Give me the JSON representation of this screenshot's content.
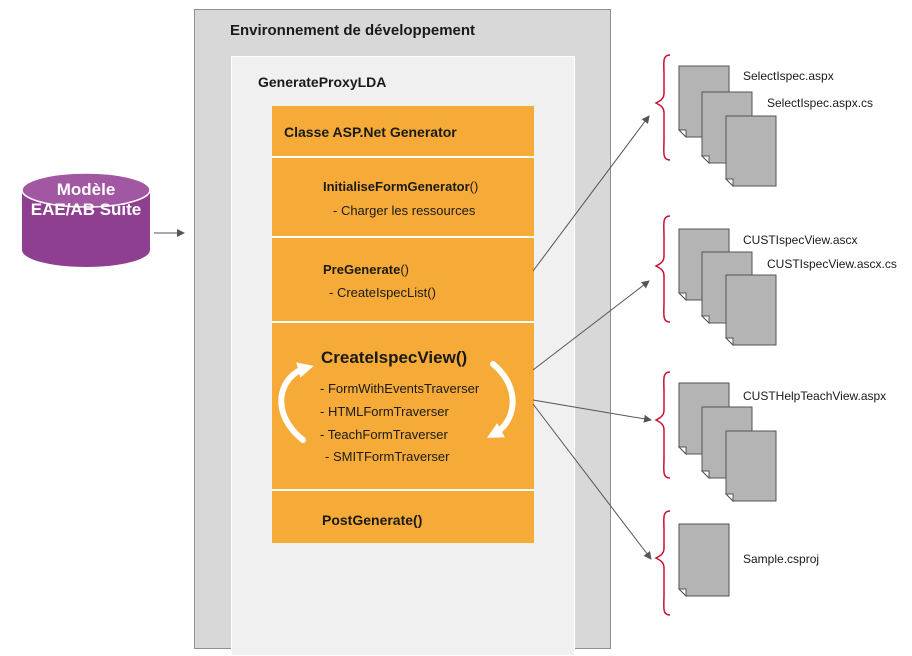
{
  "source_db": {
    "line1": "Modèle",
    "line2": "EAE/AB Suite"
  },
  "environment": {
    "title": "Environnement de développement"
  },
  "proxy": {
    "title": "GenerateProxyLDA"
  },
  "generator": {
    "header": "Classe ASP.Net Generator",
    "init": {
      "method": "InitialiseFormGenerator",
      "suffix": "()",
      "detail": "- Charger les ressources"
    },
    "pre": {
      "method": "PreGenerate",
      "suffix": "()",
      "detail": "- CreateIspecList()"
    },
    "create": {
      "title": "CreateIspecView()",
      "items": [
        "- FormWithEventsTraverser",
        "- HTMLFormTraverser",
        "- TeachFormTraverser",
        "- SMITFormTraverser"
      ]
    },
    "post": {
      "label": "PostGenerate()"
    }
  },
  "outputs": [
    {
      "files": [
        "SelectIspec.aspx",
        "SelectIspec.aspx.cs"
      ]
    },
    {
      "files": [
        "CUSTIspecView.ascx",
        "CUSTIspecView.ascx.cs"
      ]
    },
    {
      "files": [
        "CUSTHelpTeachView.aspx"
      ]
    },
    {
      "files": [
        "Sample.csproj"
      ]
    }
  ],
  "colors": {
    "orange": "#f6ab38",
    "purple": "#8e3f8f",
    "bracket": "#c8102e",
    "grey_panel": "#d8d8d9"
  }
}
